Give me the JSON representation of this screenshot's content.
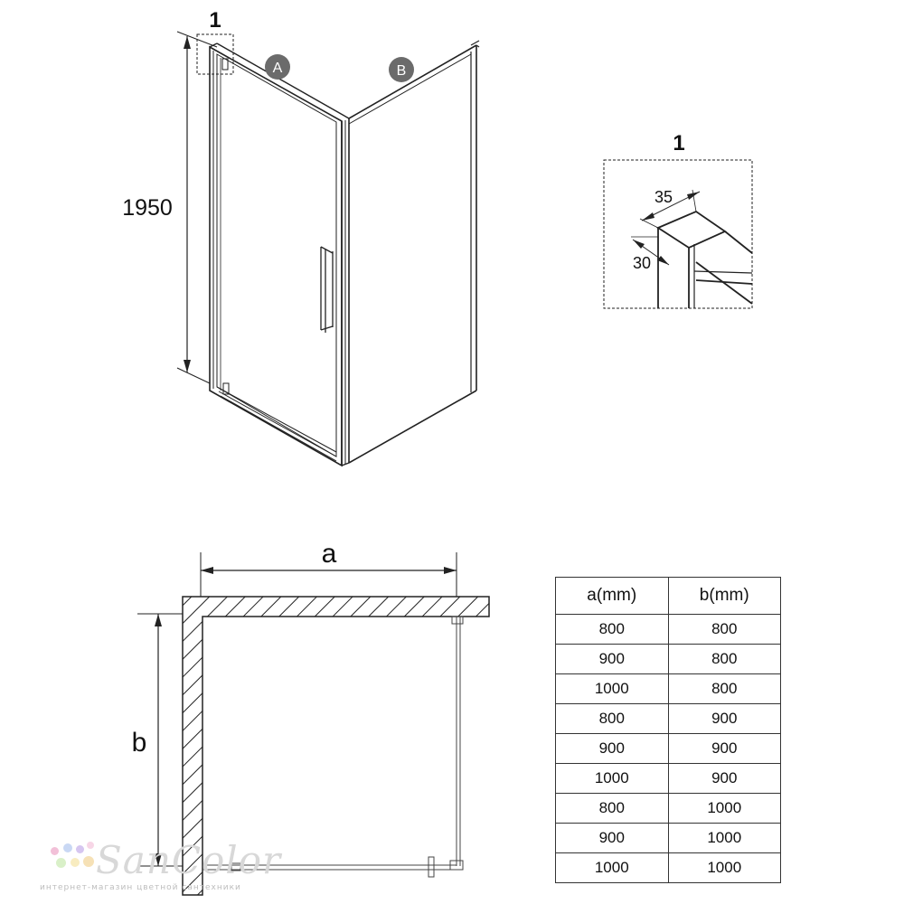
{
  "front_view": {
    "detail_ref": "1",
    "height_label": "1950",
    "panel_a_badge": "A",
    "panel_b_badge": "B"
  },
  "detail": {
    "title": "1",
    "dim_width": "35",
    "dim_depth": "30"
  },
  "plan": {
    "label_a": "a",
    "label_b": "b"
  },
  "size_table": {
    "headers": [
      "a(mm)",
      "b(mm)"
    ],
    "rows": [
      [
        "800",
        "800"
      ],
      [
        "900",
        "800"
      ],
      [
        "1000",
        "800"
      ],
      [
        "800",
        "900"
      ],
      [
        "900",
        "900"
      ],
      [
        "1000",
        "900"
      ],
      [
        "800",
        "1000"
      ],
      [
        "900",
        "1000"
      ],
      [
        "1000",
        "1000"
      ]
    ]
  },
  "watermark": {
    "brand": "SanColor",
    "tagline": "интернет-магазин цветной сантехники"
  },
  "colors": {
    "line": "#222222",
    "badge": "#6b6b6b",
    "watermark": "#d8d8d8"
  }
}
